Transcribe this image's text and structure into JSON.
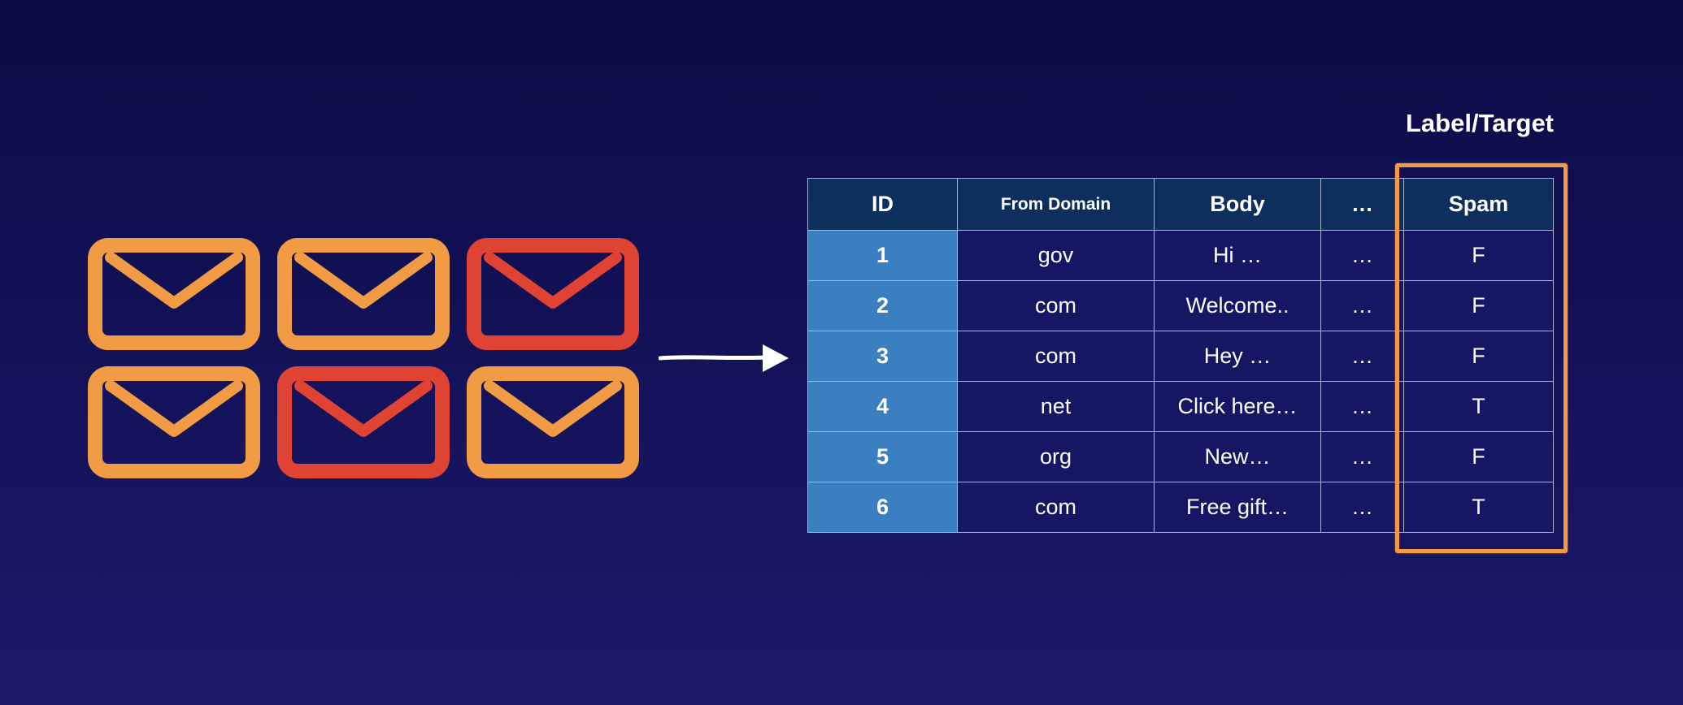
{
  "envelopes": [
    {
      "color": "#f29b45"
    },
    {
      "color": "#f29b45"
    },
    {
      "color": "#e04333"
    },
    {
      "color": "#f29b45"
    },
    {
      "color": "#e04333"
    },
    {
      "color": "#f29b45"
    }
  ],
  "target_label": "Label/Target",
  "table": {
    "headers": {
      "id": "ID",
      "from_domain": "From Domain",
      "body": "Body",
      "more": "…",
      "spam": "Spam"
    },
    "rows": [
      {
        "id": "1",
        "from_domain": "gov",
        "body": "Hi …",
        "more": "…",
        "spam": "F"
      },
      {
        "id": "2",
        "from_domain": "com",
        "body": "Welcome..",
        "more": "…",
        "spam": "F"
      },
      {
        "id": "3",
        "from_domain": "com",
        "body": "Hey …",
        "more": "…",
        "spam": "F"
      },
      {
        "id": "4",
        "from_domain": "net",
        "body": "Click here…",
        "more": "…",
        "spam": "T"
      },
      {
        "id": "5",
        "from_domain": "org",
        "body": "New…",
        "more": "…",
        "spam": "F"
      },
      {
        "id": "6",
        "from_domain": "com",
        "body": "Free gift…",
        "more": "…",
        "spam": "T"
      }
    ]
  },
  "colors": {
    "background": "#100f50",
    "header_fill": "#0e2f5e",
    "id_column_fill": "#3a7fc0",
    "highlight": "#f29b45",
    "envelope_normal": "#f29b45",
    "envelope_spam": "#e04333"
  }
}
